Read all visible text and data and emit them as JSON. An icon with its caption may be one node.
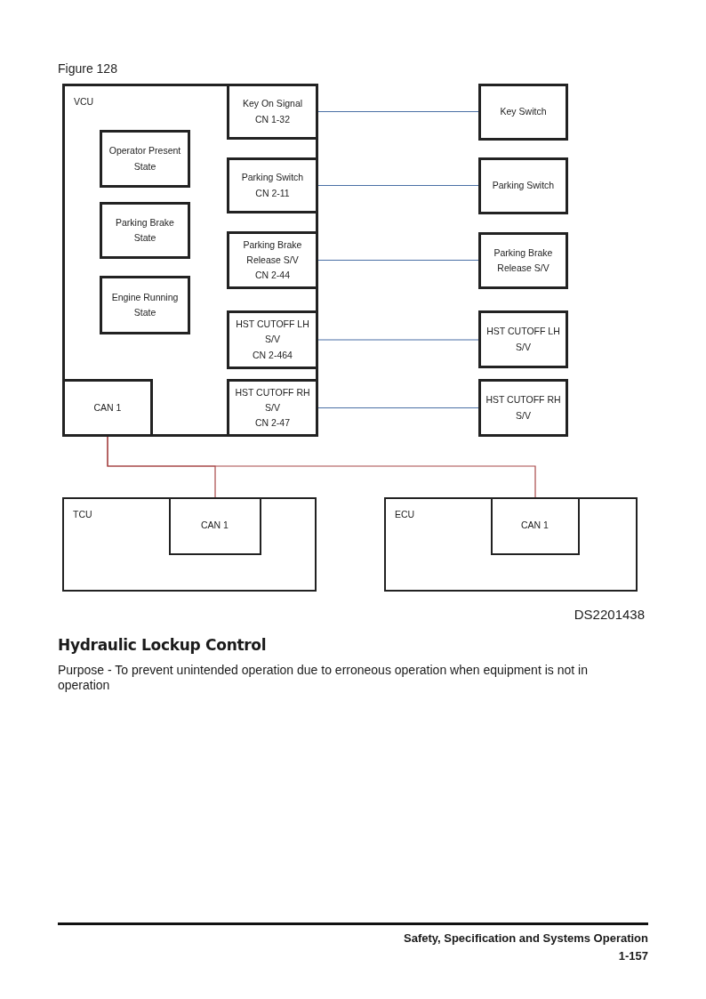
{
  "diagram": {
    "title": "Figure 128",
    "nodes": [
      {
        "text": [
          "VCU"
        ]
      },
      {
        "text": [
          "Operator Present State"
        ],
        "in": 0
      },
      {
        "text": [
          "Parking Brake State"
        ],
        "in": 0
      },
      {
        "text": [
          "Engine Running State"
        ],
        "in": 0
      },
      {
        "text": [
          "CAN 1"
        ],
        "in": 0
      },
      {
        "text": [
          "Key On Signal",
          "CN 1-32"
        ],
        "in": 0
      },
      {
        "text": [
          "Parking Switch",
          "CN 2-11"
        ],
        "in": 0
      },
      {
        "text": [
          "Parking Brake Release S/V",
          "CN 2-44"
        ],
        "in": 0
      },
      {
        "text": [
          "HST CUTOFF LH S/V",
          "CN 2-464"
        ],
        "in": 0
      },
      {
        "text": [
          "HST CUTOFF RH S/V",
          "CN 2-47"
        ],
        "in": 0
      },
      {
        "text": [
          "Key Switch"
        ]
      },
      {
        "text": [
          "Parking Switch"
        ]
      },
      {
        "text": [
          "Parking Brake Release S/V"
        ]
      },
      {
        "text": [
          "HST CUTOFF LH S/V"
        ]
      },
      {
        "text": [
          "HST CUTOFF RH S/V"
        ]
      },
      {
        "text": [
          "TCU"
        ]
      },
      {
        "text": [
          "CAN 1"
        ],
        "in": 15
      },
      {
        "text": [
          "ECU"
        ]
      },
      {
        "text": [
          "CAN 1"
        ],
        "in": 17
      }
    ],
    "edges": [
      {
        "from": 5,
        "to": 10,
        "arrow": "none"
      },
      {
        "from": 6,
        "to": 11,
        "arrow": "none"
      },
      {
        "from": 7,
        "to": 12,
        "arrow": "none"
      },
      {
        "from": 8,
        "to": 13,
        "arrow": "none"
      },
      {
        "from": 9,
        "to": 14,
        "arrow": "none"
      },
      {
        "from": 4,
        "to": 16,
        "arrow": "none",
        "color": "#a84848"
      },
      {
        "from": 4,
        "to": 18,
        "arrow": "none",
        "color": "#a84848"
      }
    ],
    "labels": [
      "DS2201438",
      "Hydraulic Lockup Control",
      "Purpose - To prevent unintended operation due to erroneous operation when equipment is not in operation",
      "Safety, Specification and Systems Operation",
      "1-157"
    ]
  }
}
